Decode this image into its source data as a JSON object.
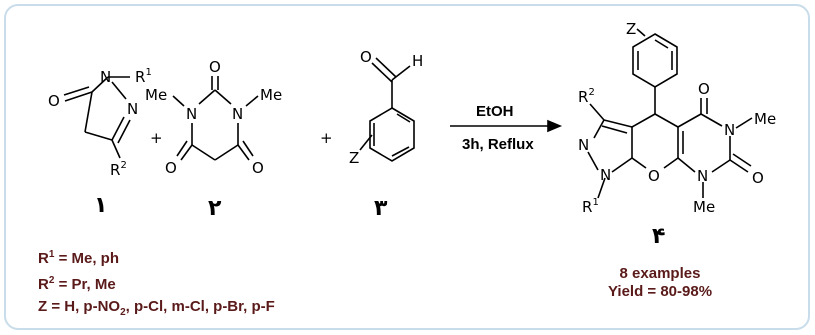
{
  "labels": {
    "compound1": "۱",
    "compound2": "۲",
    "compound3": "۳",
    "compound4": "۴",
    "plus": "+"
  },
  "atoms": {
    "O": "O",
    "N": "N",
    "H": "H",
    "Z": "Z",
    "R": "R",
    "Me": "Me",
    "sup1": "1",
    "sup2": "2"
  },
  "conditions": {
    "solvent": "EtOH",
    "time_temp": "3h, Reflux"
  },
  "legend": {
    "r1_prefix": "R",
    "r1_sup": "1",
    "r1_values": " = Me, ph",
    "r2_prefix": "R",
    "r2_sup": "2",
    "r2_values": " = Pr, Me",
    "z_prefix": "Z = H, p-NO",
    "z_sub": "2",
    "z_values": ", p-Cl, m-Cl, p-Br, p-F"
  },
  "summary": {
    "examples": "8 examples",
    "yield": "Yield = 80-98%"
  }
}
